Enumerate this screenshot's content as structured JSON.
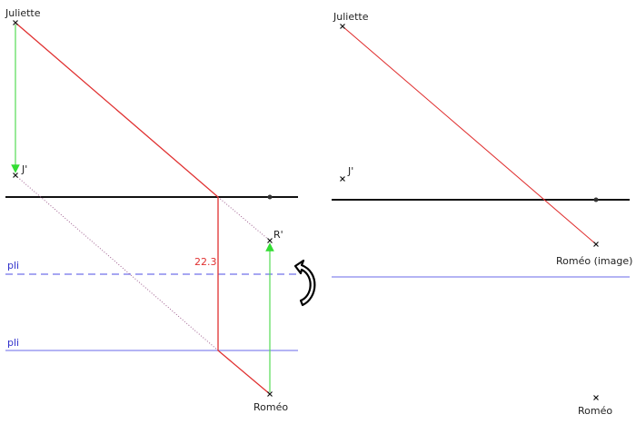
{
  "left": {
    "juliette": "Juliette",
    "j_prime": "J'",
    "r_prime": "R'",
    "romeo": "Roméo",
    "pli_dashed": "pli",
    "pli_solid": "pli",
    "distance": "22.3"
  },
  "right": {
    "juliette": "Juliette",
    "j_prime": "J'",
    "romeo_image": "Roméo (image)",
    "romeo": "Roméo"
  },
  "colors": {
    "mirror": "#000000",
    "ray": "#e03030",
    "fold": "#7777ee",
    "arrow": "#44dd44",
    "label_fold": "#3333cc",
    "distance": "#e03030"
  }
}
